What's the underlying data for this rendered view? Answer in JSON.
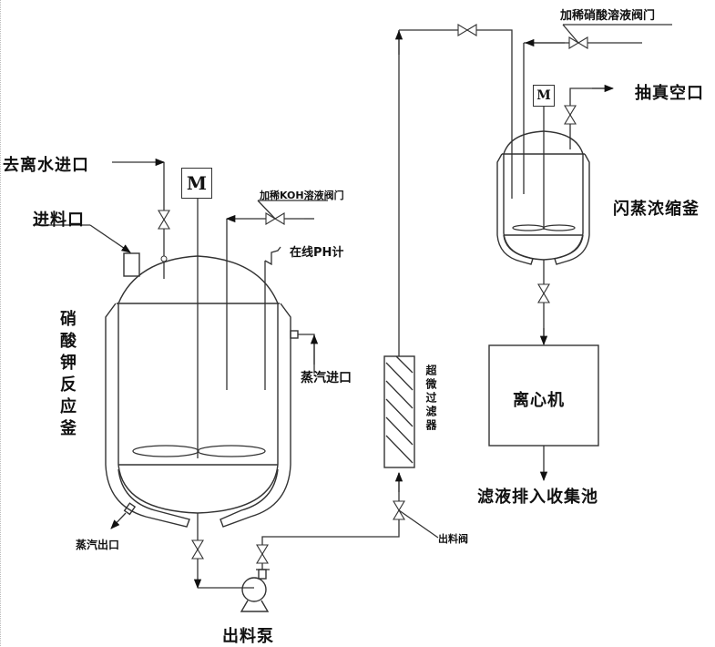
{
  "diagram": {
    "title": "",
    "main_reactor": {
      "label": "硝酸钾反应釜",
      "motor": "M",
      "feed_port": "进料口",
      "deionized_water_inlet": "去离水进口",
      "koh_valve": "加稀KOH溶液阀门",
      "ph_meter": "在线PH计",
      "steam_inlet": "蒸汽进口",
      "steam_outlet": "蒸汽出口"
    },
    "pump": {
      "label": "出料泵"
    },
    "filter": {
      "label": "超微过滤器"
    },
    "discharge_valve": {
      "label": "出料阀"
    },
    "flash_tank": {
      "label": "闪蒸浓缩釜",
      "motor": "M",
      "nitric_acid_valve": "加稀硝酸溶液阀门",
      "vacuum_port": "抽真空口"
    },
    "centrifuge": {
      "label": "离心机"
    },
    "filtrate_outlet": {
      "label": "滤液排入收集池"
    }
  }
}
